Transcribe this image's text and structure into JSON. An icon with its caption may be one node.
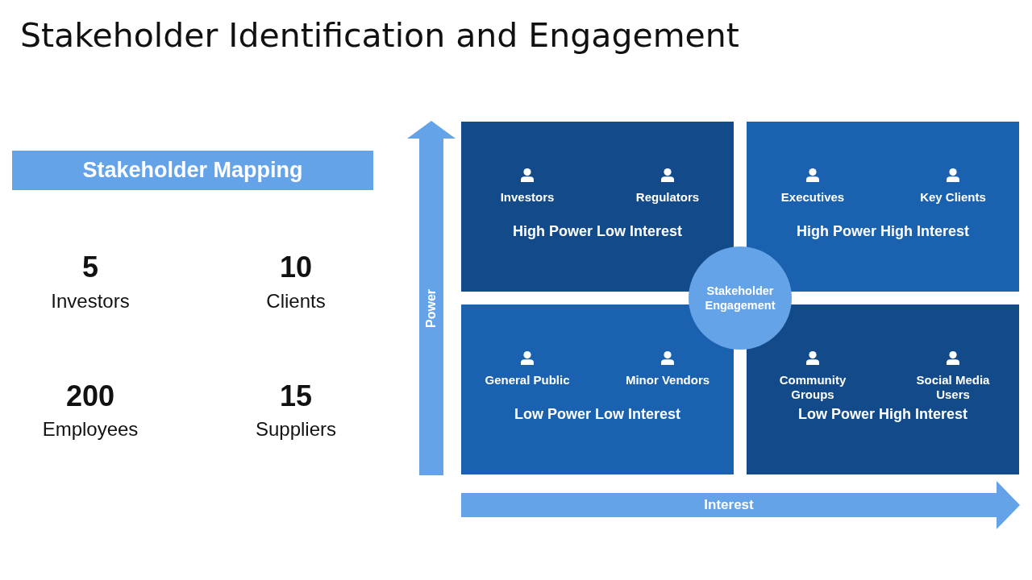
{
  "diagram": {
    "title": "Stakeholder Identification and Engagement",
    "nodes": [
      {
        "text": [
          "Stakeholder Mapping"
        ]
      },
      {
        "text": [
          "Power"
        ]
      },
      {
        "text": [
          "Investors",
          "Regulators",
          "High Power Low Interest"
        ]
      },
      {
        "text": [
          "Executives",
          "Key Clients",
          "High Power High Interest"
        ]
      },
      {
        "text": [
          "Stakeholder Engagement"
        ]
      },
      {
        "text": [
          "General Public",
          "Minor Vendors",
          "Low Power Low Interest"
        ]
      },
      {
        "text": [
          "Community Groups",
          "Social Media Users",
          "Low Power High Interest"
        ]
      },
      {
        "text": [
          "Interest"
        ]
      }
    ],
    "labels": [
      "5",
      "Investors",
      "10",
      "Clients",
      "200",
      "Employees",
      "15",
      "Suppliers"
    ]
  }
}
